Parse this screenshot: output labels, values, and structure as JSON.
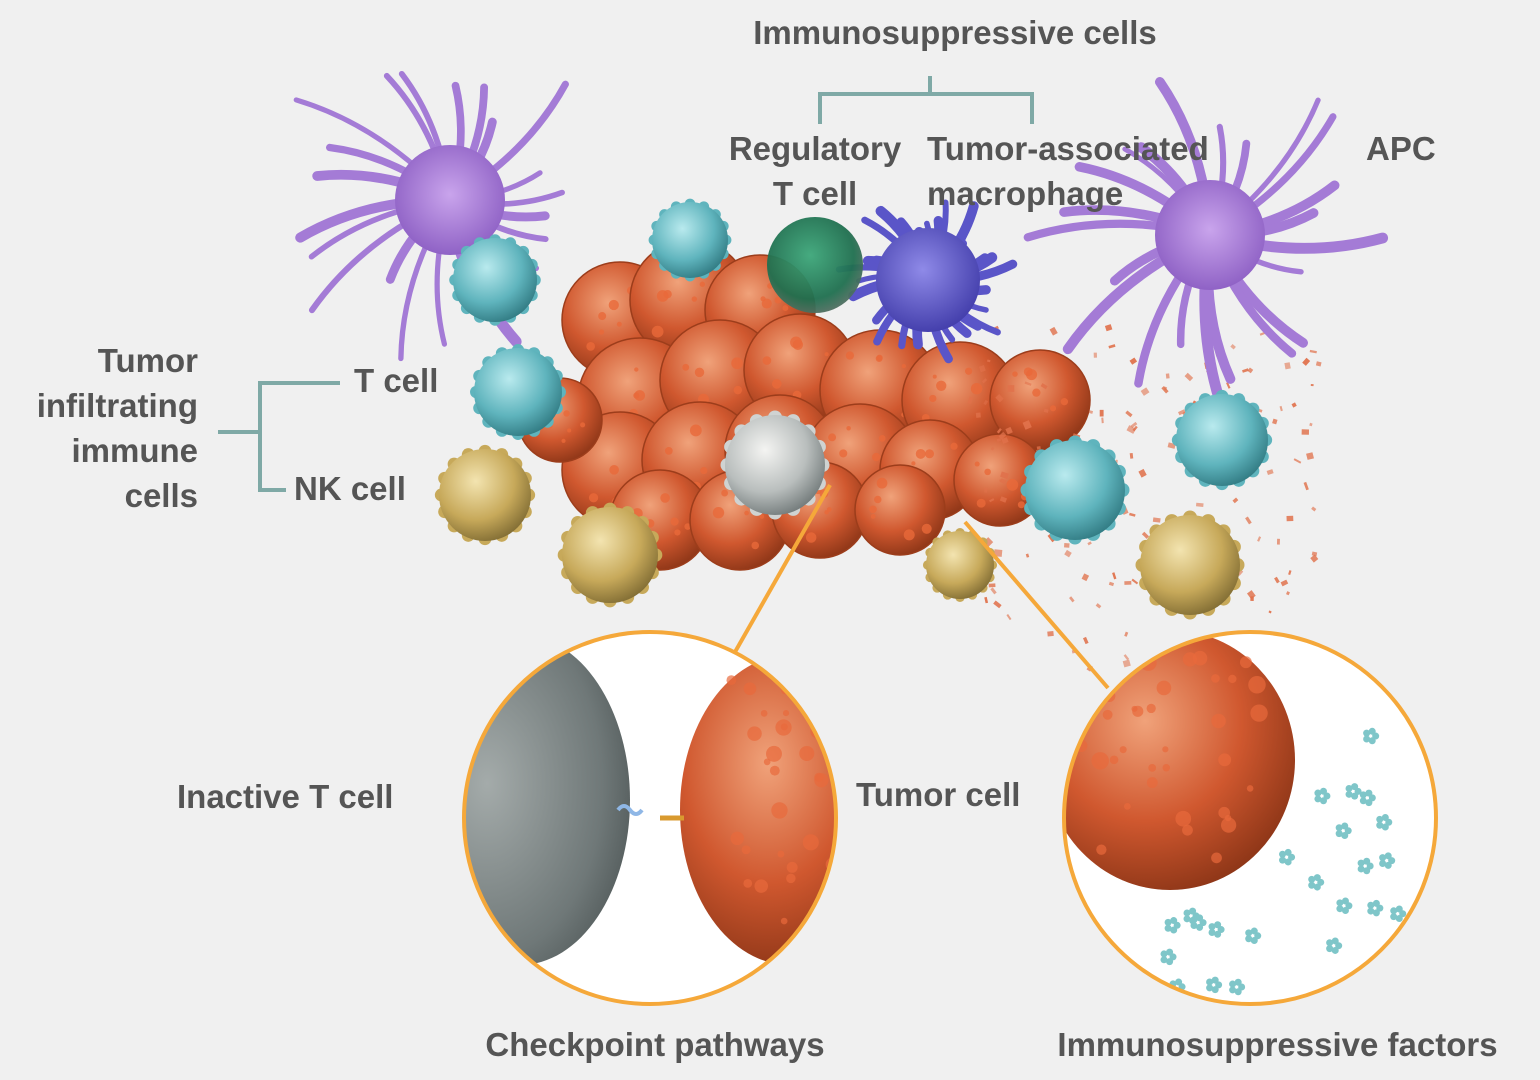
{
  "colors": {
    "background": "#f0f0f0",
    "text": "#555555",
    "bracket": "#7fa9a6",
    "callout": "#f5a83a",
    "tumor": "#c9532d",
    "t_cell": "#5fb4bd",
    "nk_cell": "#c7a95a",
    "apc": "#a478d3",
    "macrophage": "#5a55c8",
    "regulatory_t": "#1f6f4f",
    "inactive_t": "#8f9797",
    "factor": "#7fc6c9"
  },
  "labels": {
    "immunosuppressive_cells": "Immunosuppressive cells",
    "regulatory_t_cell": [
      "Regulatory",
      "T cell"
    ],
    "tumor_associated_macrophage": [
      "Tumor-associated",
      "macrophage"
    ],
    "apc": "APC",
    "tumor_infiltrating_immune_cells": [
      "Tumor",
      "infiltrating",
      "immune",
      "cells"
    ],
    "t_cell": "T cell",
    "nk_cell": "NK cell",
    "inactive_t_cell": "Inactive T cell",
    "tumor_cell": "Tumor cell",
    "checkpoint_pathways": "Checkpoint pathways",
    "immunosuppressive_factors": "Immunosuppressive factors"
  }
}
